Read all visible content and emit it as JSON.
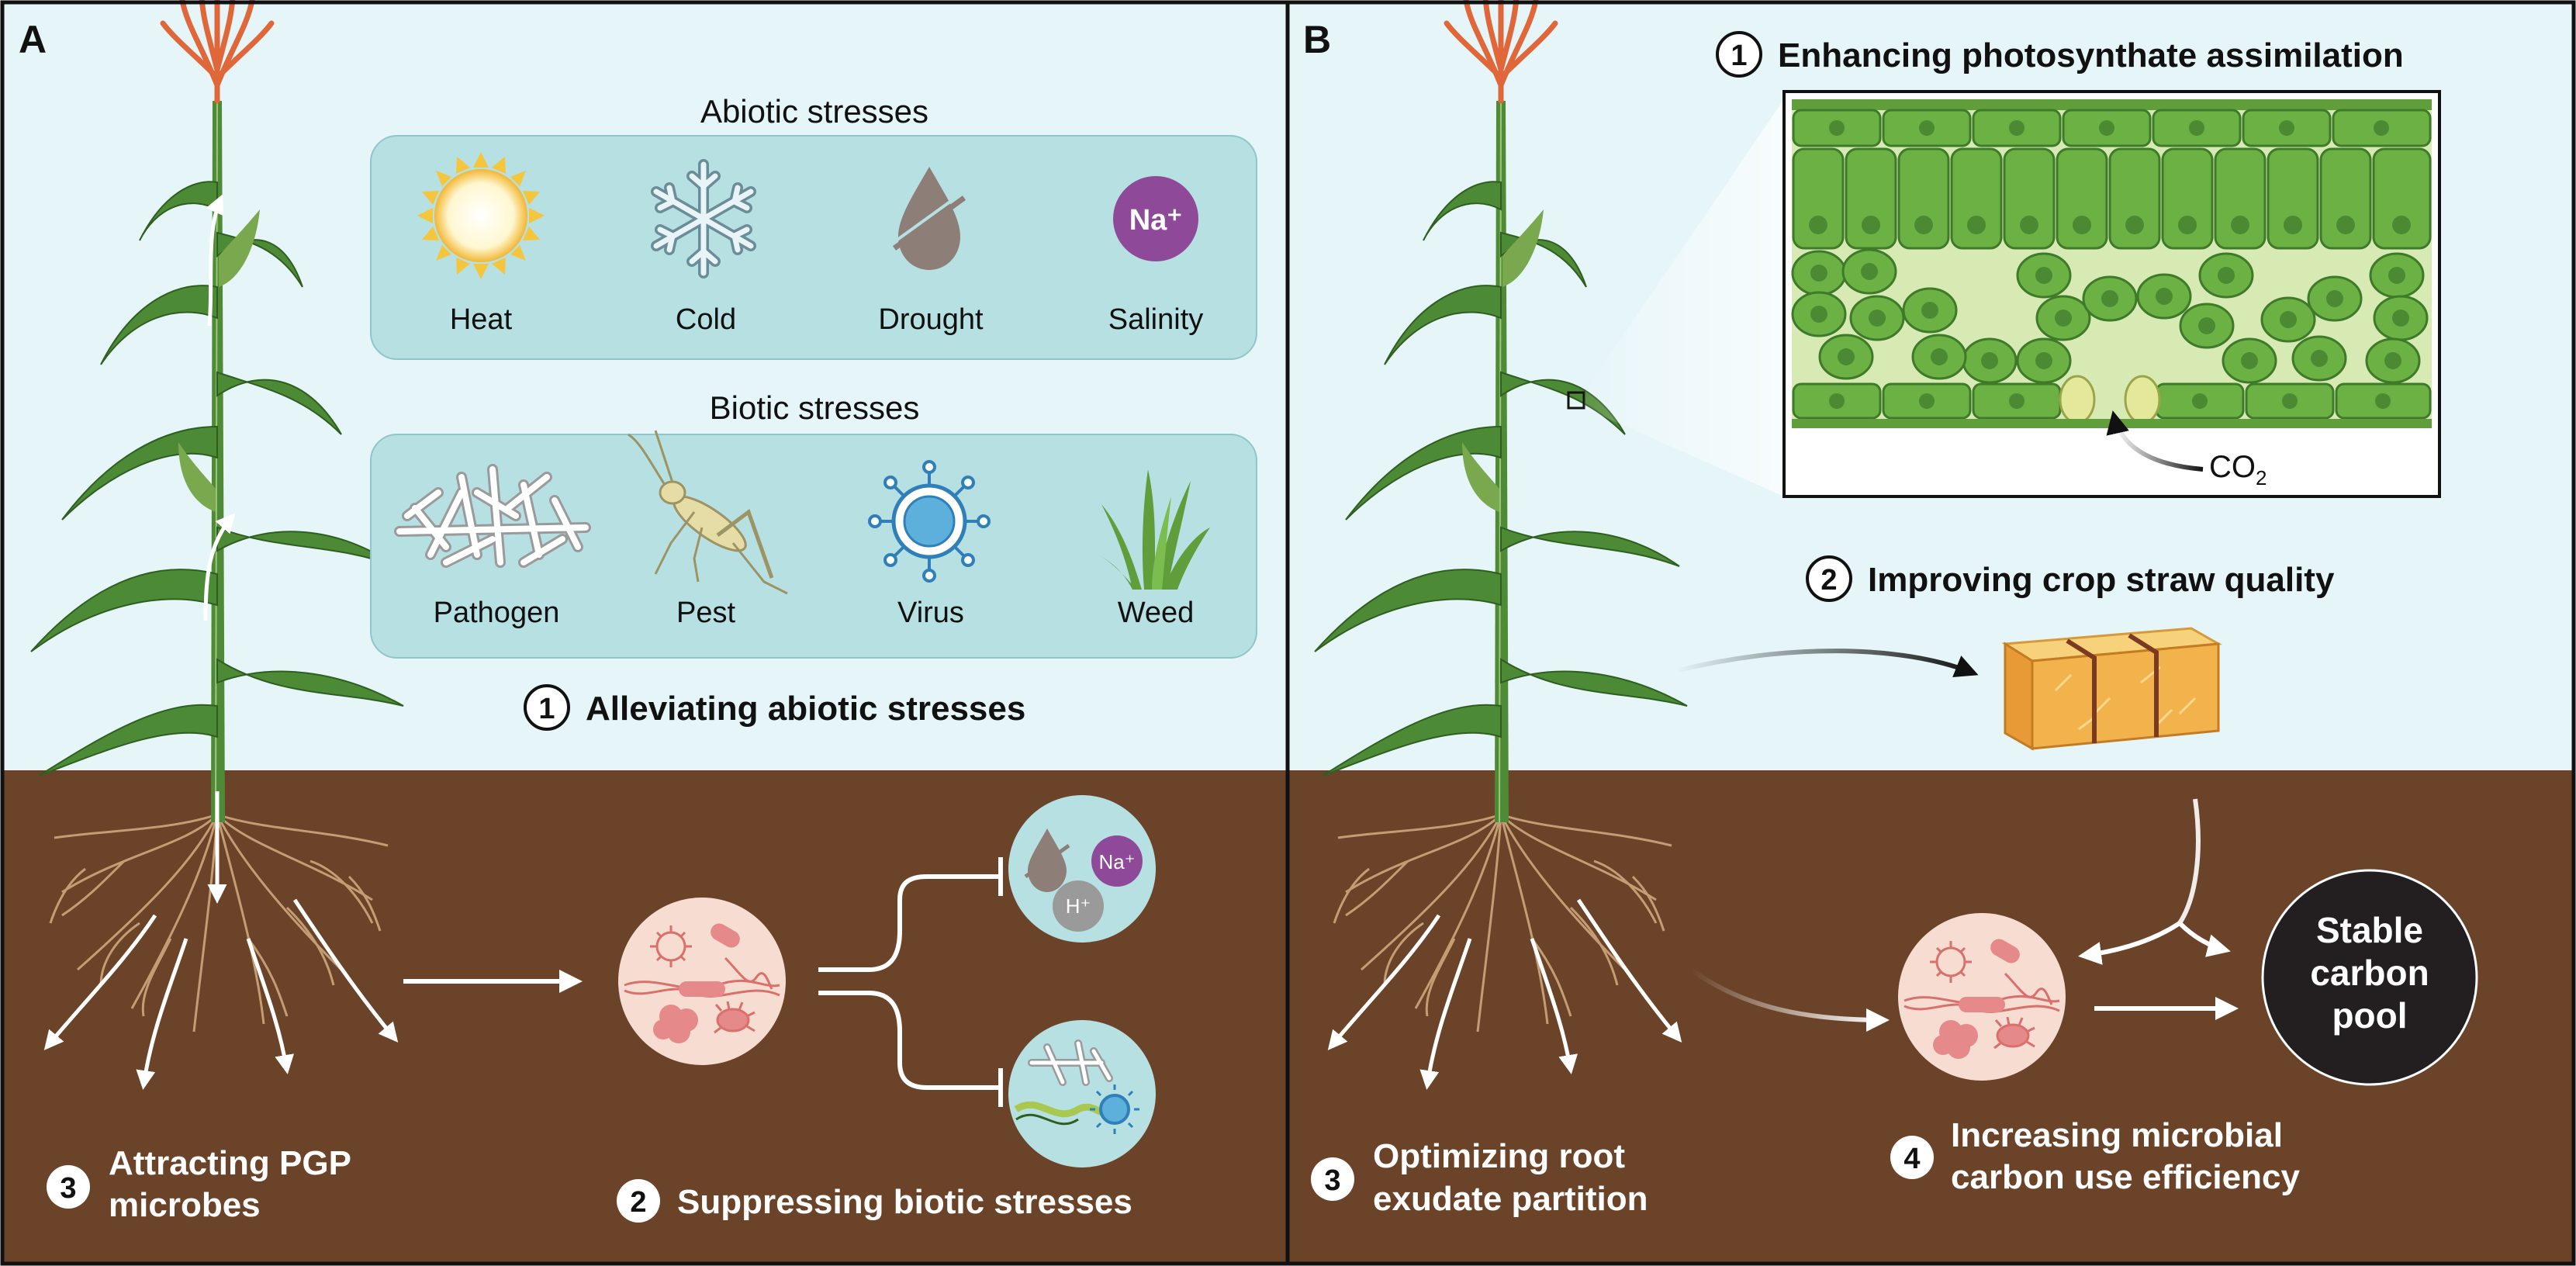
{
  "panels": {
    "a": {
      "letter": "A",
      "abiotic_title": "Abiotic stresses",
      "abiotic": [
        {
          "label": "Heat",
          "icon": "sun-icon"
        },
        {
          "label": "Cold",
          "icon": "snowflake-icon"
        },
        {
          "label": "Drought",
          "icon": "drop-icon"
        },
        {
          "label": "Salinity",
          "icon": "na-ion-icon",
          "symbol": "Na⁺"
        }
      ],
      "biotic_title": "Biotic stresses",
      "biotic": [
        {
          "label": "Pathogen",
          "icon": "mycelium-icon"
        },
        {
          "label": "Pest",
          "icon": "cricket-icon"
        },
        {
          "label": "Virus",
          "icon": "virus-icon"
        },
        {
          "label": "Weed",
          "icon": "grass-icon"
        }
      ],
      "step1": {
        "num": "1",
        "text": "Alleviating abiotic stresses"
      },
      "step2": {
        "num": "2",
        "text": "Suppressing biotic stresses"
      },
      "step3": {
        "num": "3",
        "line1": "Attracting PGP",
        "line2": "microbes"
      },
      "ions": {
        "na": "Na⁺",
        "h": "H⁺"
      }
    },
    "b": {
      "letter": "B",
      "step1": {
        "num": "1",
        "text": "Enhancing photosynthate assimilation"
      },
      "step2": {
        "num": "2",
        "text": "Improving crop straw quality"
      },
      "step3": {
        "num": "3",
        "line1": "Optimizing root",
        "line2": "exudate partition"
      },
      "step4": {
        "num": "4",
        "line1": "Increasing microbial",
        "line2": "carbon use efficiency"
      },
      "co2": {
        "main": "CO",
        "sub": "2"
      },
      "pool": {
        "line1": "Stable",
        "line2": "carbon",
        "line3": "pool"
      }
    }
  },
  "colors": {
    "sky": "#e5f5f8",
    "soil": "#6b4329",
    "box": "#b7e0e3",
    "leaf": "#4d8a35",
    "tassel": "#e0673a",
    "pool": "#231f20"
  }
}
